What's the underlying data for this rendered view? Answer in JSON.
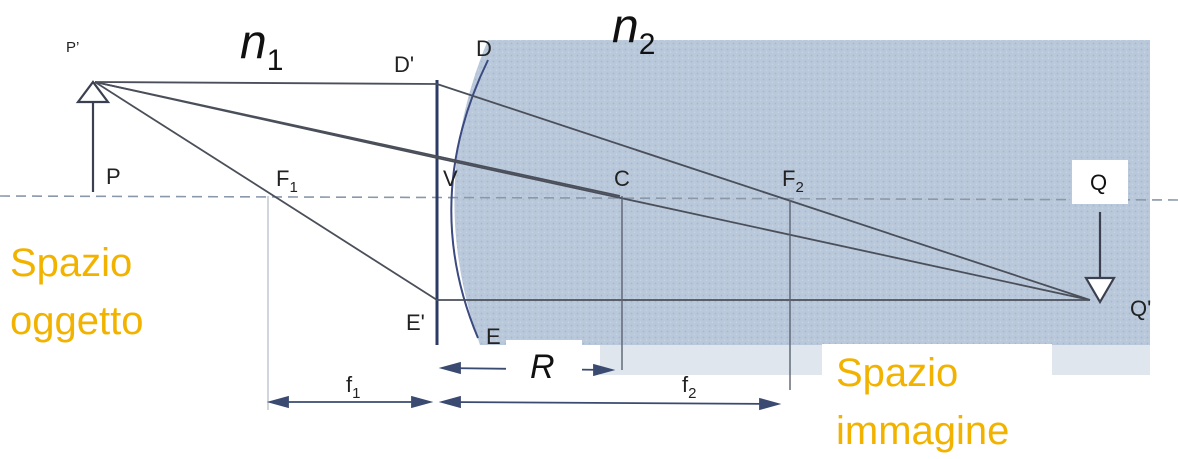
{
  "media": {
    "n1_main": "n",
    "n1_sub": "1",
    "n2_main": "n",
    "n2_sub": "2"
  },
  "points": {
    "P_prime": "P’",
    "P": "P",
    "D_prime": "D'",
    "D": "D",
    "F1": "F",
    "F1_sub": "1",
    "V": "V",
    "C": "C",
    "F2": "F",
    "F2_sub": "2",
    "Q": "Q",
    "Q_prime": "Q'",
    "E_prime": "E'",
    "E": "E"
  },
  "dimensions": {
    "f1_main": "f",
    "f1_sub": "1",
    "R": "R",
    "f2_main": "f",
    "f2_sub": "2"
  },
  "regions": {
    "object_space_line1": "Spazio",
    "object_space_line2": "oggetto",
    "image_space_line1": "Spazio",
    "image_space_line2": "immagine"
  },
  "colors": {
    "medium2_fill": "#b7c7da",
    "region_label": "#f2b300",
    "ray_line": "#4a4f5a",
    "axis_dash": "#8a98aa"
  }
}
